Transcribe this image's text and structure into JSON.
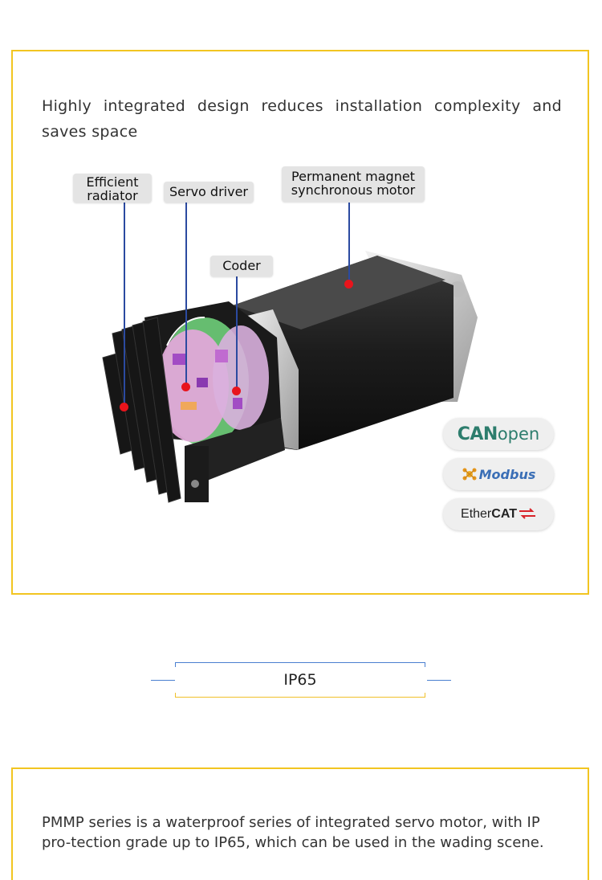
{
  "intro_text": "Highly integrated design reduces installation complexity and saves space",
  "labels": {
    "radiator_line1": "Efficient",
    "radiator_line2": "radiator",
    "servo_driver": "Servo driver",
    "motor_line1": "Permanent magnet",
    "motor_line2": "synchronous motor",
    "coder": "Coder"
  },
  "protocols": {
    "canopen_can": "CAN",
    "canopen_open": "open",
    "modbus": "Modbus",
    "ethercat_ether": "Ether",
    "ethercat_cat": "CAT"
  },
  "section_title": "IP65",
  "section_text": "PMMP series is a waterproof series of integrated servo motor, with IP pro-tection grade up to IP65, which can be used in the wading scene.",
  "colors": {
    "frame": "#f2c521",
    "callout_line": "#2b4aa0",
    "marker": "#e8141c",
    "canopen": "#2d7d6d",
    "modbus": "#3b6fb6"
  }
}
